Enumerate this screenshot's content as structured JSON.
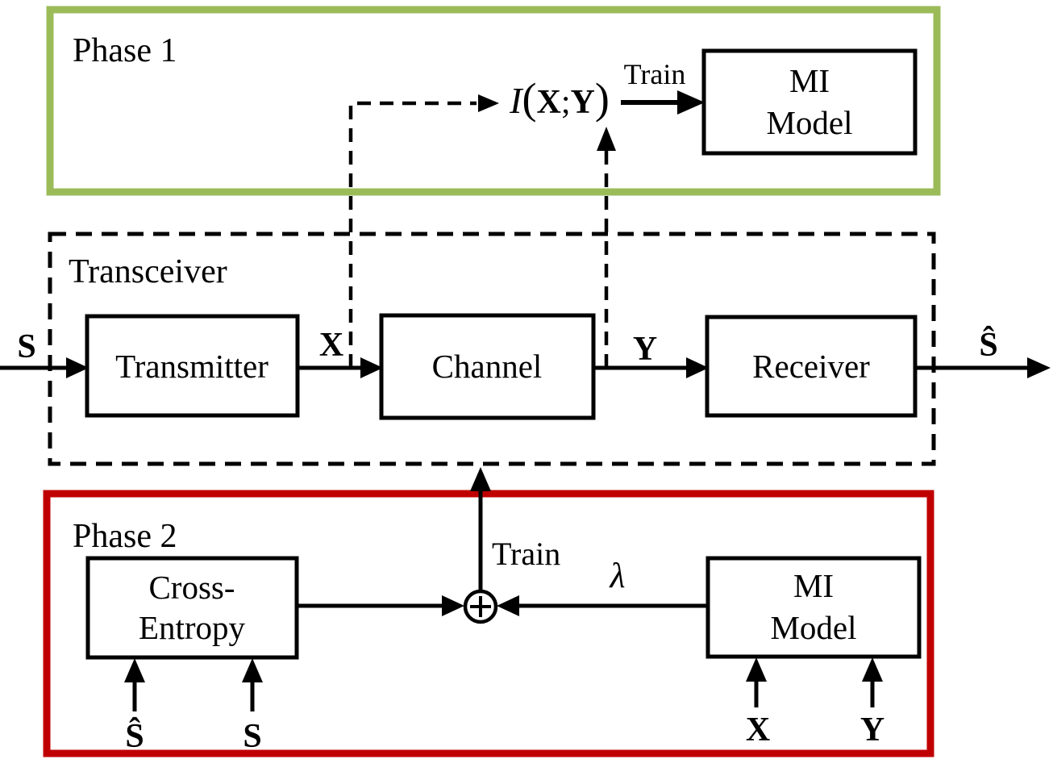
{
  "diagram": {
    "title_semantic": "Two-phase training diagram of a transceiver with mutual-information model",
    "line_color": "#000000",
    "background_color": "#ffffff",
    "phase1": {
      "label": "Phase 1",
      "border_color": "#9BBB59",
      "mi_model_box": {
        "line1": "MI",
        "line2": "Model"
      },
      "mutual_information_expr": {
        "i": "I",
        "open": "(",
        "x": "X",
        "semicolon": ";",
        "y": "Y",
        "close": ")"
      },
      "train_label": "Train"
    },
    "transceiver": {
      "label": "Transceiver",
      "transmitter_box": "Transmitter",
      "channel_box": "Channel",
      "receiver_box": "Receiver",
      "input_signal": "S",
      "x_signal": "X",
      "y_signal": "Y",
      "output_signal": "Ŝ"
    },
    "phase2": {
      "label": "Phase 2",
      "border_color": "#C00000",
      "cross_entropy_box": {
        "line1": "Cross-",
        "line2": "Entropy"
      },
      "mi_model_box": {
        "line1": "MI",
        "line2": "Model"
      },
      "train_label": "Train",
      "lambda_label": "λ",
      "sum_symbol": "⊕",
      "s_hat_input": "Ŝ",
      "s_input": "S",
      "x_input": "X",
      "y_input": "Y"
    }
  }
}
